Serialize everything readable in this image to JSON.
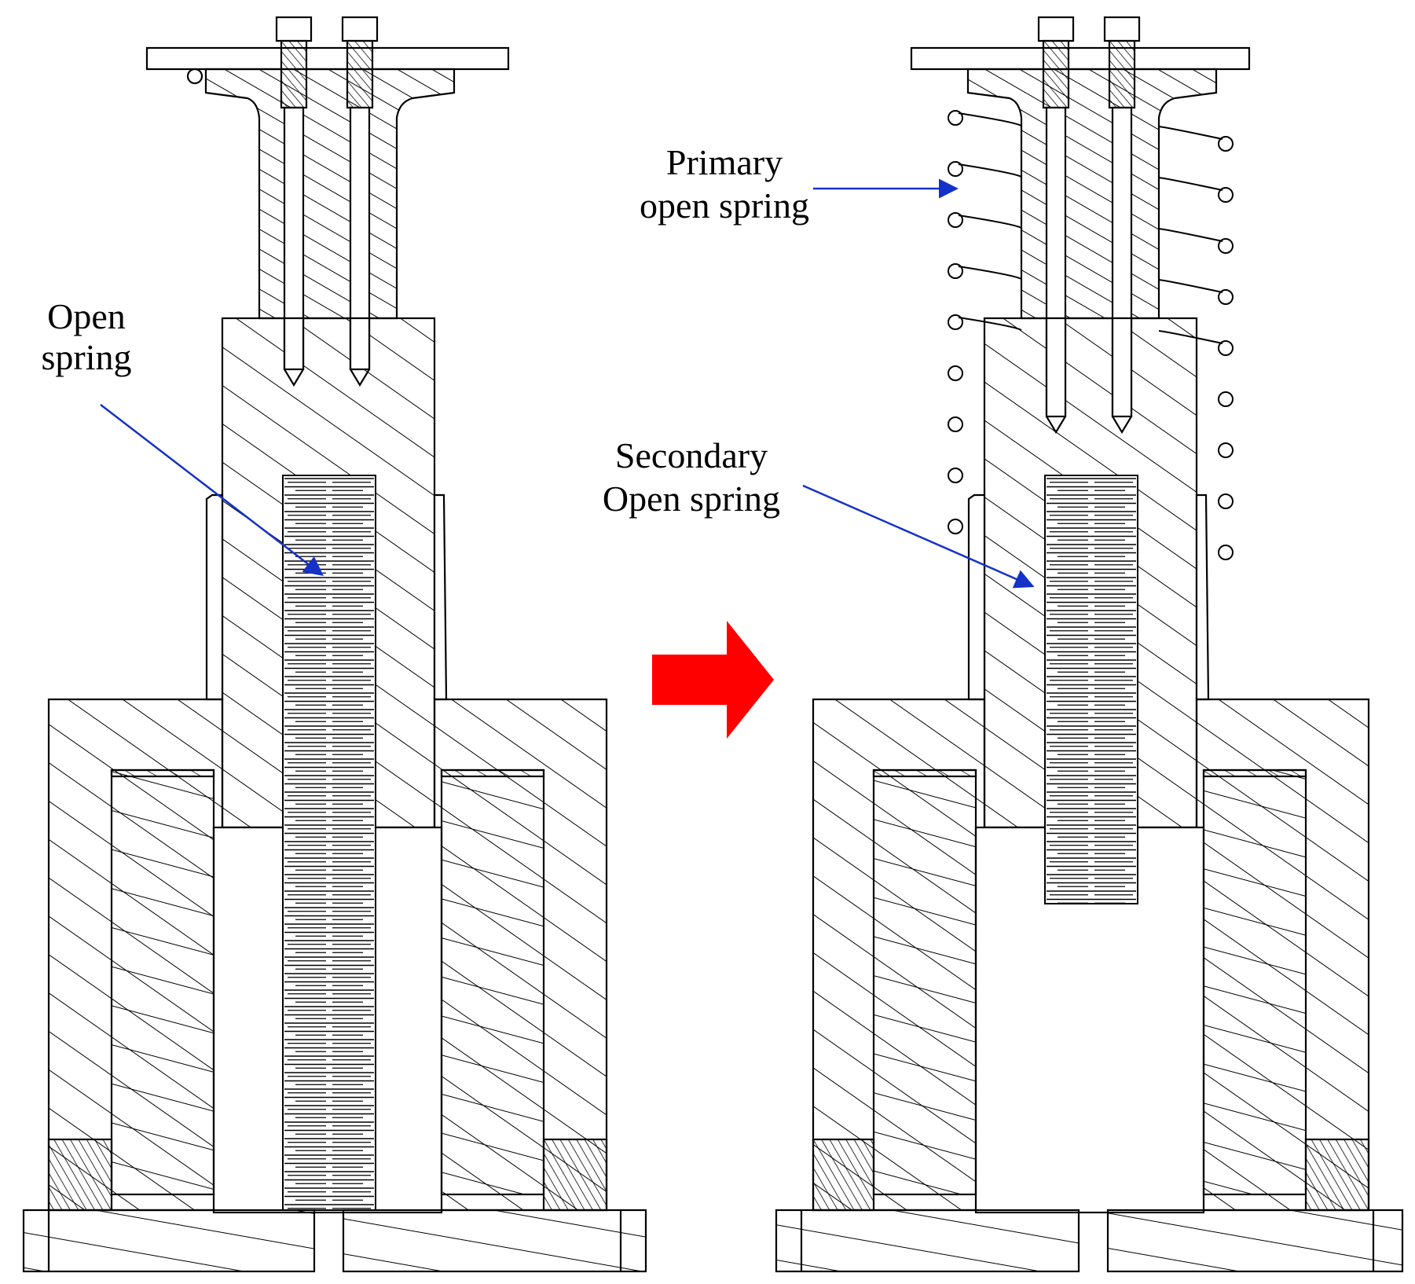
{
  "labels": {
    "open_spring_line1": "Open",
    "open_spring_line2": "spring",
    "primary_line1": "Primary",
    "primary_line2": "open spring",
    "secondary_line1": "Secondary",
    "secondary_line2": "Open spring"
  },
  "colors": {
    "line": "#000000",
    "annotation_arrow": "#1432c8",
    "transition_arrow": "#ff0000",
    "background": "#ffffff"
  }
}
